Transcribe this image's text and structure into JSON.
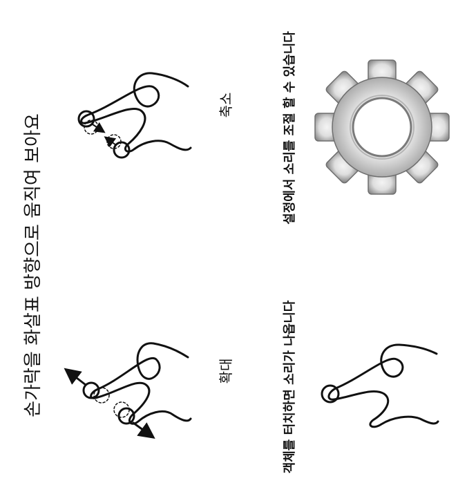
{
  "title": "손가락을 화살표 방향으로 움직여 보아요",
  "zoom_in": {
    "label": "확대"
  },
  "zoom_out": {
    "label": "축소"
  },
  "settings": {
    "caption": "설정에서 소리를 조절 할 수 있습니다",
    "icon": "gear-icon"
  },
  "touch": {
    "caption": "객체를 터치하면 소리가 나옵니다"
  },
  "colors": {
    "line": "#111111",
    "gear_light": "#ececec",
    "gear_dark": "#8a8a8a"
  }
}
